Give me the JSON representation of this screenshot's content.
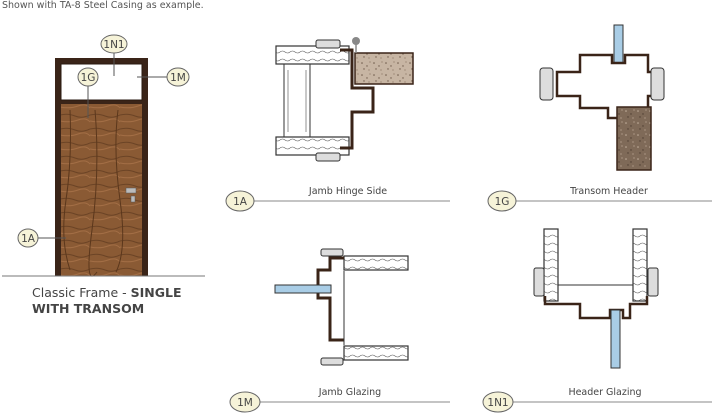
{
  "header": {
    "note": "Shown with TA-8 Steel Casing as example."
  },
  "frame": {
    "caption_prefix": "Classic Frame - ",
    "caption_bold_1": "SINGLE",
    "caption_bold_2": "WITH TRANSOM"
  },
  "callouts": {
    "n1": "1N1",
    "g": "1G",
    "m": "1M",
    "a": "1A"
  },
  "details": [
    {
      "tag": "1A",
      "label": "Jamb Hinge Side"
    },
    {
      "tag": "1G",
      "label": "Transom Header"
    },
    {
      "tag": "1M",
      "label": "Jamb Glazing"
    },
    {
      "tag": "1N1",
      "label": "Header Glazing"
    }
  ],
  "colors": {
    "frame": "#3a2418",
    "wood": "#8a5a34",
    "glass": "#a9cde6",
    "wall": "#6e5a4a",
    "callout_fill": "#f6f3d8"
  }
}
